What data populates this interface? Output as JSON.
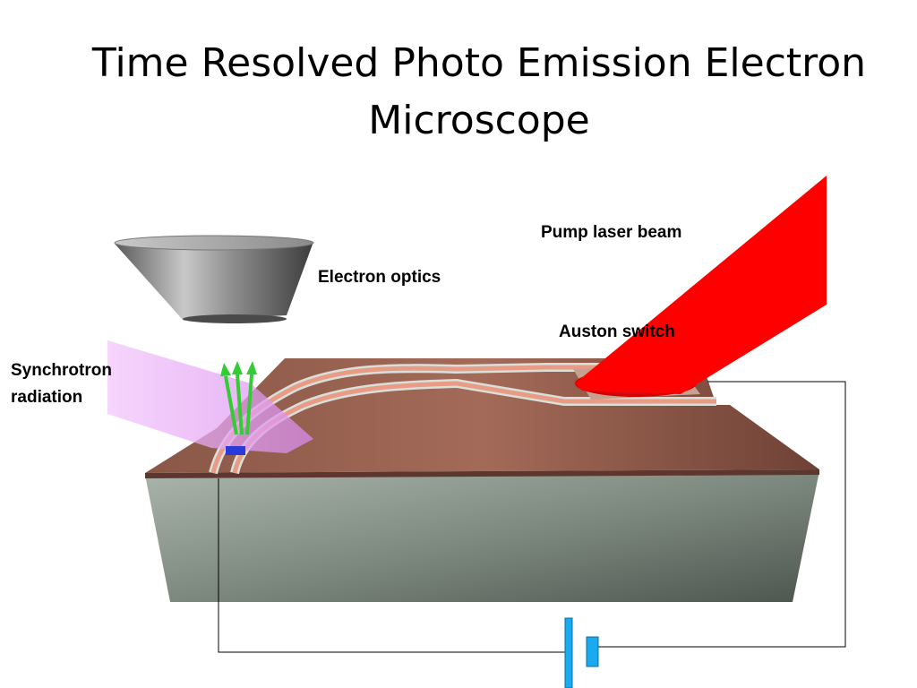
{
  "title": "Time Resolved Photo Emission Electron Microscope",
  "labels": {
    "pump_laser": "Pump laser beam",
    "electron_optics": "Electron optics",
    "auston_switch": "Auston switch",
    "synchrotron_line1": "Synchrotron",
    "synchrotron_line2": "radiation"
  },
  "colors": {
    "substrate_top": "#7a4a3c",
    "substrate_side": "#6f7a70",
    "laser": "#ff0000",
    "synchrotron": "#e9a8f5",
    "electron_arrows": "#33cc33",
    "battery": "#19aaf0",
    "lens": "#9a9a9a"
  }
}
